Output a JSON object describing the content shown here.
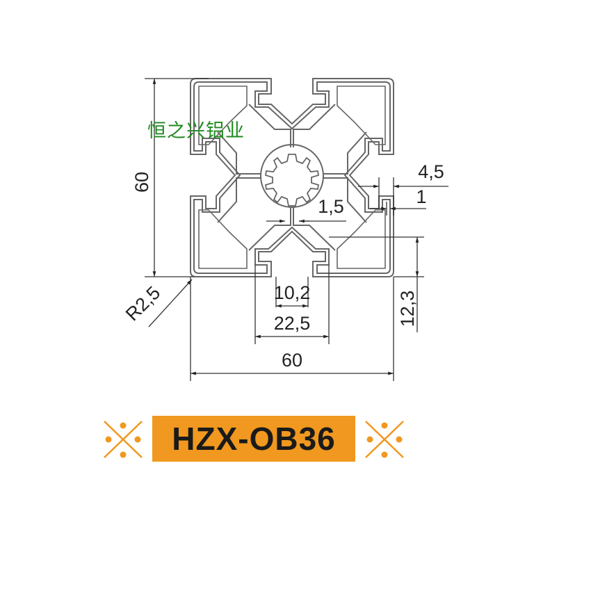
{
  "watermark": "恒之兴铝业",
  "product": {
    "model": "HZX-OB36",
    "badge_color": "#f0981f",
    "ornament_icon": "x-cross-dots-icon"
  },
  "dimensions": {
    "height": "60",
    "width": "60",
    "slot_inner": "10,2",
    "slot_outer": "22,5",
    "slot_depth": "12,3",
    "web_thickness": "1,5",
    "lip_width": "4,5",
    "lip_thickness": "1",
    "corner_radius": "R2,5"
  },
  "colors": {
    "line": "#555555",
    "text": "#222222",
    "watermark": "#1e8a1e",
    "accent": "#f0981f"
  }
}
